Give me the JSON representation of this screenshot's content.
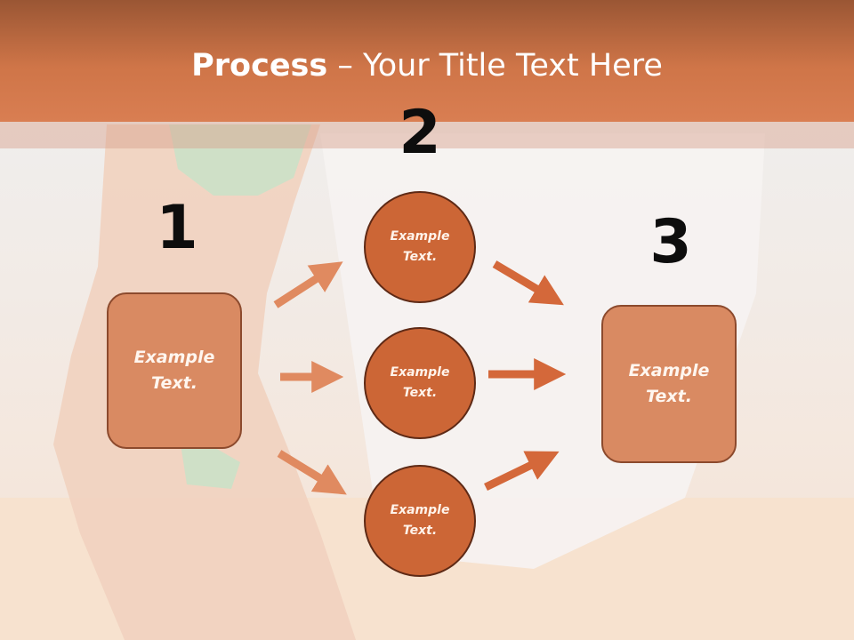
{
  "title": {
    "bold": "Process",
    "rest": " – Your Title Text Here"
  },
  "steps": {
    "one": "1",
    "two": "2",
    "three": "3"
  },
  "left_box": "Example Text.",
  "right_box": "Example Text.",
  "circles": [
    "Example Text.",
    "Example Text.",
    "Example Text."
  ],
  "colors": {
    "header": "#cf7548",
    "circle": "#cc6636",
    "box": "#d98a62",
    "arrow_left": "#e08a60",
    "arrow_right": "#d4683a"
  }
}
